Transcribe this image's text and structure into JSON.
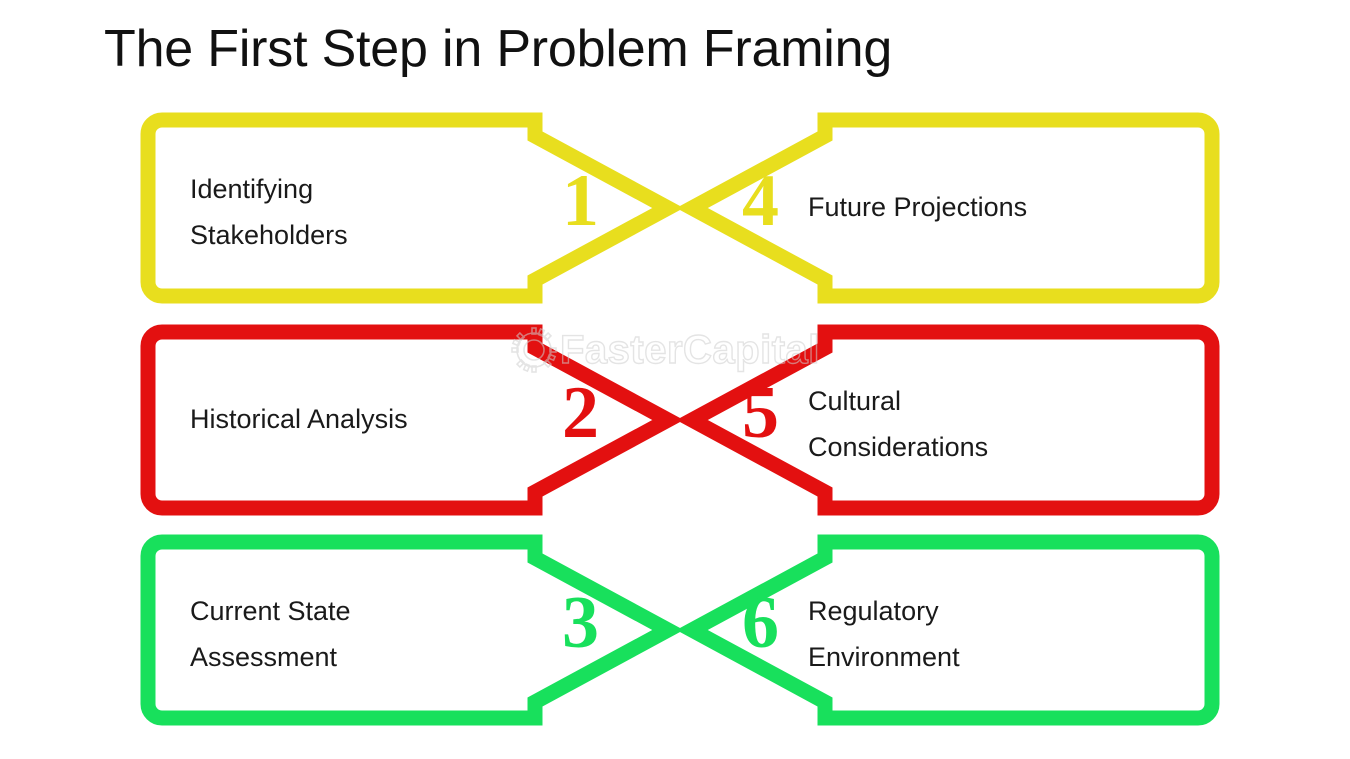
{
  "page": {
    "title": "The First Step in Problem Framing",
    "background": "#ffffff",
    "title_color": "#111111"
  },
  "watermark": {
    "text": "FasterCapital",
    "icon": "gear-icon",
    "color": "#cfcfcf"
  },
  "diagram": {
    "type": "converging-arrows",
    "rows": 3,
    "columns": 2,
    "total_steps": 6,
    "rows_data": [
      {
        "color": "#E8DE1E",
        "left": {
          "number": "1",
          "label": "Identifying\nStakeholders",
          "direction": "right"
        },
        "right": {
          "number": "4",
          "label": "Future Projections",
          "direction": "left"
        }
      },
      {
        "color": "#E31010",
        "left": {
          "number": "2",
          "label": "Historical Analysis",
          "direction": "right"
        },
        "right": {
          "number": "5",
          "label": "Cultural\nConsiderations",
          "direction": "left"
        }
      },
      {
        "color": "#18E05C",
        "left": {
          "number": "3",
          "label": "Current State\nAssessment",
          "direction": "right"
        },
        "right": {
          "number": "6",
          "label": "Regulatory\nEnvironment",
          "direction": "left"
        }
      }
    ]
  }
}
